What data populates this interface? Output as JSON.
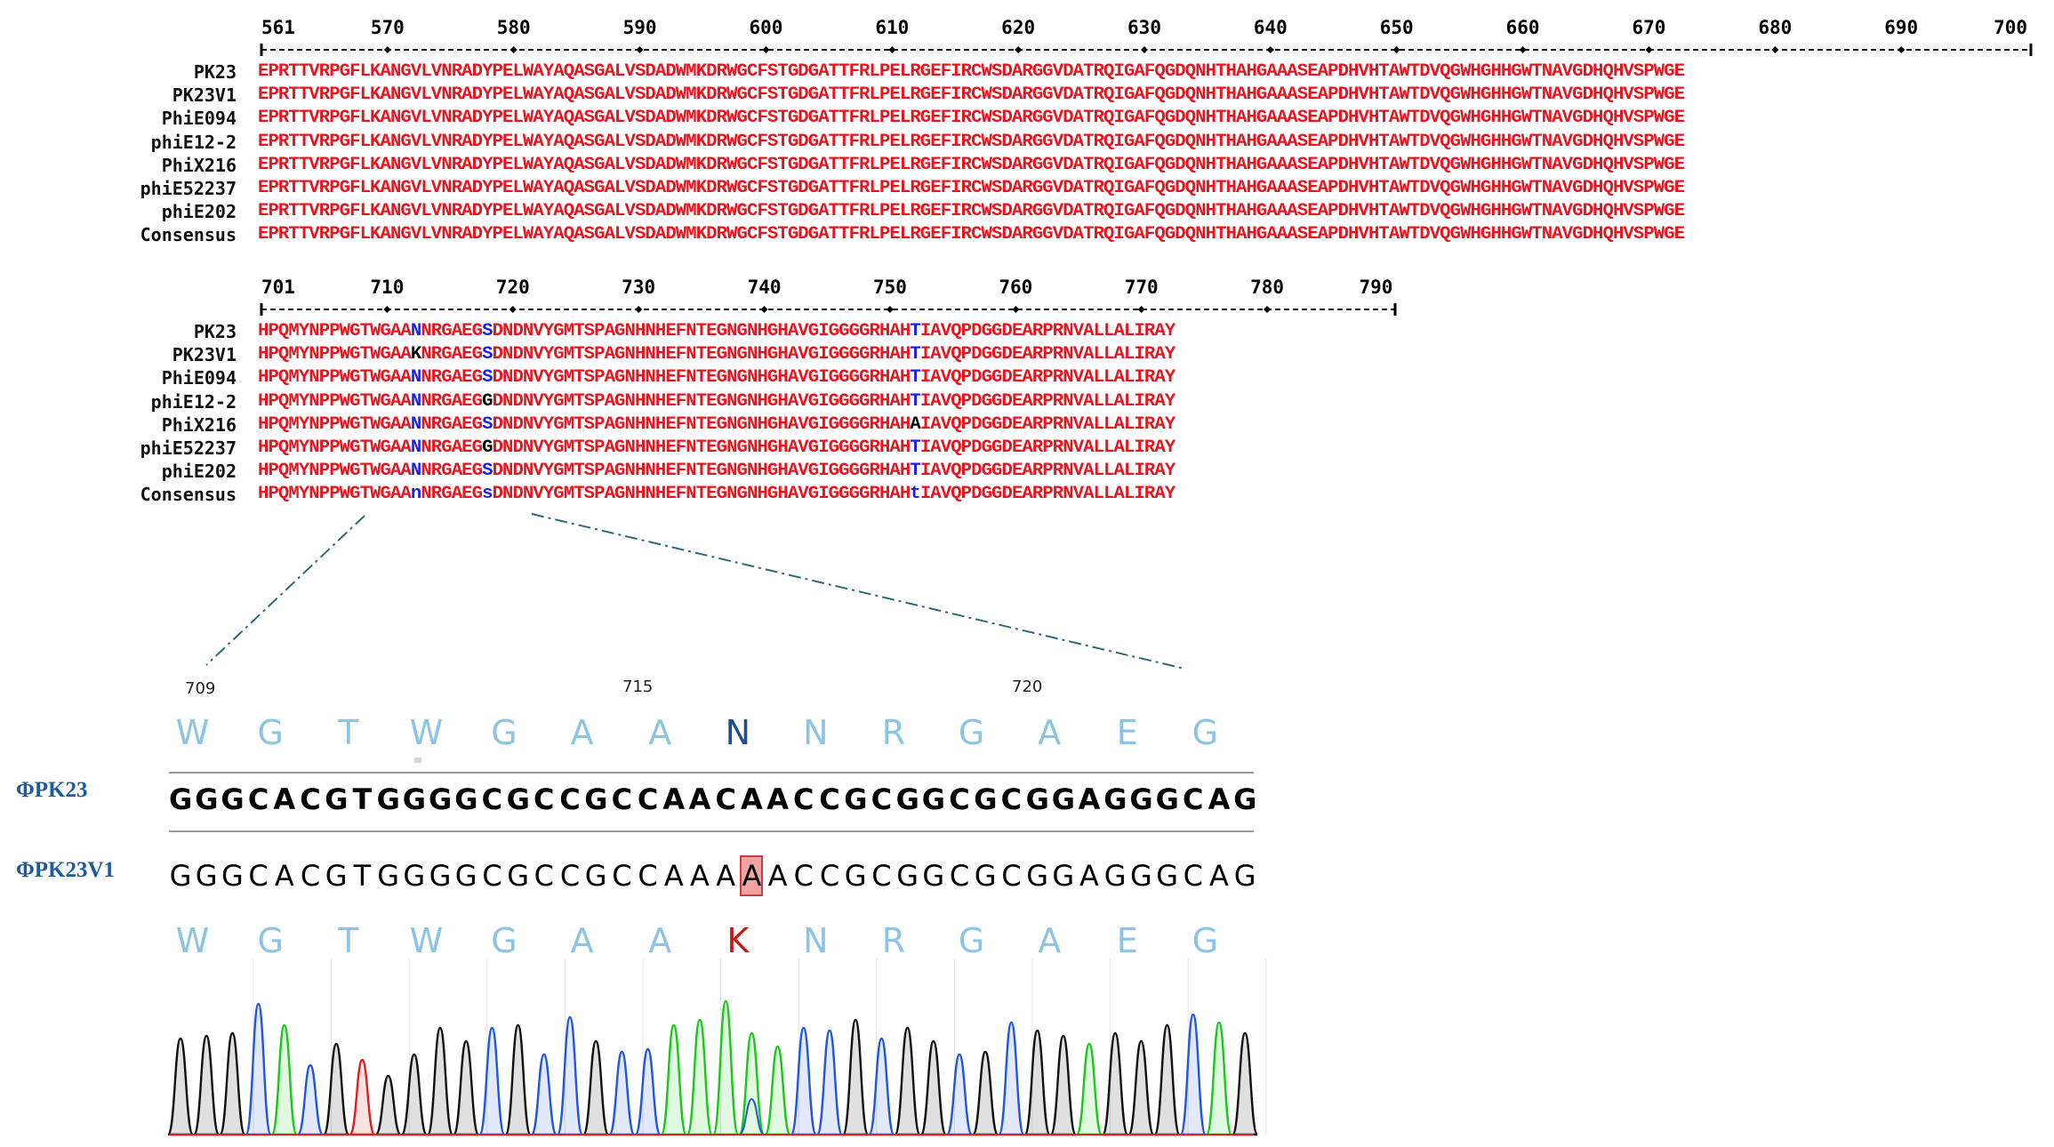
{
  "alignment_blocks": [
    {
      "ruler_start": "561",
      "ruler_ticks": [
        "570",
        "580",
        "590",
        "600",
        "610",
        "620",
        "630",
        "640",
        "650",
        "660",
        "670",
        "680",
        "690",
        "700"
      ],
      "sequences": [
        {
          "name": "PK23",
          "segments": [
            {
              "t": "EPRTTVRPGFLKANGVLVNRADYPELWAYAQASGALVSDADWMKDRWGCFSTGDGATTFRLPELRGEFIRCWSDARGGVDATRQIGAFQGDQNHTHAHGAAASEAPDHVHTAWTDVQGWHGHHGWTNAVGDHQHVSPWGE",
              "c": "red"
            }
          ]
        },
        {
          "name": "PK23V1",
          "segments": [
            {
              "t": "EPRTTVRPGFLKANGVLVNRADYPELWAYAQASGALVSDADWMKDRWGCFSTGDGATTFRLPELRGEFIRCWSDARGGVDATRQIGAFQGDQNHTHAHGAAASEAPDHVHTAWTDVQGWHGHHGWTNAVGDHQHVSPWGE",
              "c": "red"
            }
          ]
        },
        {
          "name": "PhiE094",
          "segments": [
            {
              "t": "EPRTTVRPGFLKANGVLVNRADYPELWAYAQASGALVSDADWMKDRWGCFSTGDGATTFRLPELRGEFIRCWSDARGGVDATRQIGAFQGDQNHTHAHGAAASEAPDHVHTAWTDVQGWHGHHGWTNAVGDHQHVSPWGE",
              "c": "red"
            }
          ]
        },
        {
          "name": "phiE12-2",
          "segments": [
            {
              "t": "EPRTTVRPGFLKANGVLVNRADYPELWAYAQASGALVSDADWMKDRWGCFSTGDGATTFRLPELRGEFIRCWSDARGGVDATRQIGAFQGDQNHTHAHGAAASEAPDHVHTAWTDVQGWHGHHGWTNAVGDHQHVSPWGE",
              "c": "red"
            }
          ]
        },
        {
          "name": "PhiX216",
          "segments": [
            {
              "t": "EPRTTVRPGFLKANGVLVNRADYPELWAYAQASGALVSDADWMKDRWGCFSTGDGATTFRLPELRGEFIRCWSDARGGVDATRQIGAFQGDQNHTHAHGAAASEAPDHVHTAWTDVQGWHGHHGWTNAVGDHQHVSPWGE",
              "c": "red"
            }
          ]
        },
        {
          "name": "phiE52237",
          "segments": [
            {
              "t": "EPRTTVRPGFLKANGVLVNRADYPELWAYAQASGALVSDADWMKDRWGCFSTGDGATTFRLPELRGEFIRCWSDARGGVDATRQIGAFQGDQNHTHAHGAAASEAPDHVHTAWTDVQGWHGHHGWTNAVGDHQHVSPWGE",
              "c": "red"
            }
          ]
        },
        {
          "name": "phiE202",
          "segments": [
            {
              "t": "EPRTTVRPGFLKANGVLVNRADYPELWAYAQASGALVSDADWMKDRWGCFSTGDGATTFRLPELRGEFIRCWSDARGGVDATRQIGAFQGDQNHTHAHGAAASEAPDHVHTAWTDVQGWHGHHGWTNAVGDHQHVSPWGE",
              "c": "red"
            }
          ]
        },
        {
          "name": "Consensus",
          "segments": [
            {
              "t": "EPRTTVRPGFLKANGVLVNRADYPELWAYAQASGALVSDADWMKDRWGCFSTGDGATTFRLPELRGEFIRCWSDARGGVDATRQIGAFQGDQNHTHAHGAAASEAPDHVHTAWTDVQGWHGHHGWTNAVGDHQHVSPWGE",
              "c": "red"
            }
          ]
        }
      ]
    },
    {
      "ruler_start": "701",
      "ruler_ticks": [
        "710",
        "720",
        "730",
        "740",
        "750",
        "760",
        "770",
        "780",
        "790"
      ],
      "sequences": [
        {
          "name": "PK23",
          "segments": [
            {
              "t": "HPQMYNPPWGTWGAA",
              "c": "red"
            },
            {
              "t": "N",
              "c": "blue"
            },
            {
              "t": "NRGAEG",
              "c": "red"
            },
            {
              "t": "S",
              "c": "blue"
            },
            {
              "t": "DNDNVYGMTSPAGNHNHEFNTEGNGNHGHAVGIGGGGRHAH",
              "c": "red"
            },
            {
              "t": "T",
              "c": "blue"
            },
            {
              "t": "IAVQPDGGDEARPRNVALLALIRAY",
              "c": "red"
            }
          ]
        },
        {
          "name": "PK23V1",
          "segments": [
            {
              "t": "HPQMYNPPWGTWGAA",
              "c": "red"
            },
            {
              "t": "K",
              "c": "black"
            },
            {
              "t": "NRGAEG",
              "c": "red"
            },
            {
              "t": "S",
              "c": "blue"
            },
            {
              "t": "DNDNVYGMTSPAGNHNHEFNTEGNGNHGHAVGIGGGGRHAH",
              "c": "red"
            },
            {
              "t": "T",
              "c": "blue"
            },
            {
              "t": "IAVQPDGGDEARPRNVALLALIRAY",
              "c": "red"
            }
          ]
        },
        {
          "name": "PhiE094",
          "segments": [
            {
              "t": "HPQMYNPPWGTWGAA",
              "c": "red"
            },
            {
              "t": "N",
              "c": "blue"
            },
            {
              "t": "NRGAEG",
              "c": "red"
            },
            {
              "t": "S",
              "c": "blue"
            },
            {
              "t": "DNDNVYGMTSPAGNHNHEFNTEGNGNHGHAVGIGGGGRHAH",
              "c": "red"
            },
            {
              "t": "T",
              "c": "blue"
            },
            {
              "t": "IAVQPDGGDEARPRNVALLALIRAY",
              "c": "red"
            }
          ]
        },
        {
          "name": "phiE12-2",
          "segments": [
            {
              "t": "HPQMYNPPWGTWGAA",
              "c": "red"
            },
            {
              "t": "N",
              "c": "blue"
            },
            {
              "t": "NRGAEG",
              "c": "red"
            },
            {
              "t": "G",
              "c": "black"
            },
            {
              "t": "DNDNVYGMTSPAGNHNHEFNTEGNGNHGHAVGIGGGGRHAH",
              "c": "red"
            },
            {
              "t": "T",
              "c": "blue"
            },
            {
              "t": "IAVQPDGGDEARPRNVALLALIRAY",
              "c": "red"
            }
          ]
        },
        {
          "name": "PhiX216",
          "segments": [
            {
              "t": "HPQMYNPPWGTWGAA",
              "c": "red"
            },
            {
              "t": "N",
              "c": "blue"
            },
            {
              "t": "NRGAEG",
              "c": "red"
            },
            {
              "t": "S",
              "c": "blue"
            },
            {
              "t": "DNDNVYGMTSPAGNHNHEFNTEGNGNHGHAVGIGGGGRHAH",
              "c": "red"
            },
            {
              "t": "A",
              "c": "black"
            },
            {
              "t": "IAVQPDGGDEARPRNVALLALIRAY",
              "c": "red"
            }
          ]
        },
        {
          "name": "phiE52237",
          "segments": [
            {
              "t": "HPQMYNPPWGTWGAA",
              "c": "red"
            },
            {
              "t": "N",
              "c": "blue"
            },
            {
              "t": "NRGAEG",
              "c": "red"
            },
            {
              "t": "G",
              "c": "black"
            },
            {
              "t": "DNDNVYGMTSPAGNHNHEFNTEGNGNHGHAVGIGGGGRHAH",
              "c": "red"
            },
            {
              "t": "T",
              "c": "blue"
            },
            {
              "t": "IAVQPDGGDEARPRNVALLALIRAY",
              "c": "red"
            }
          ]
        },
        {
          "name": "phiE202",
          "segments": [
            {
              "t": "HPQMYNPPWGTWGAA",
              "c": "red"
            },
            {
              "t": "N",
              "c": "blue"
            },
            {
              "t": "NRGAEG",
              "c": "red"
            },
            {
              "t": "S",
              "c": "blue"
            },
            {
              "t": "DNDNVYGMTSPAGNHNHEFNTEGNGNHGHAVGIGGGGRHAH",
              "c": "red"
            },
            {
              "t": "T",
              "c": "blue"
            },
            {
              "t": "IAVQPDGGDEARPRNVALLALIRAY",
              "c": "red"
            }
          ]
        },
        {
          "name": "Consensus",
          "segments": [
            {
              "t": "HPQMYNPPWGTWGAA",
              "c": "red"
            },
            {
              "t": "n",
              "c": "blue"
            },
            {
              "t": "NRGAEG",
              "c": "red"
            },
            {
              "t": "s",
              "c": "blue"
            },
            {
              "t": "DNDNVYGMTSPAGNHNHEFNTEGNGNHGHAVGIGGGGRHAH",
              "c": "red"
            },
            {
              "t": "t",
              "c": "blue"
            },
            {
              "t": "IAVQPDGGDEARPRNVALLALIRAY",
              "c": "red"
            }
          ]
        }
      ]
    }
  ],
  "zoom": {
    "position_labels": [
      "709",
      "715",
      "720"
    ],
    "ref_aa": [
      "W",
      "G",
      "T",
      "W",
      "G",
      "A",
      "A",
      "N",
      "N",
      "R",
      "G",
      "A",
      "E",
      "G"
    ],
    "ref_highlight_index": 7,
    "ref_label": "ΦPK23",
    "ref_dna": "GGGCACGTGGGGCGCCGCCAACAACCGCGGCGCGGAGGGCAG",
    "mut_label": "ΦPK23V1",
    "mut_dna": "GGGCACGTGGGGCGCCGCCAAAAACCGCGGCGCGGAGGGCAG",
    "mut_base_index": 22,
    "mut_aa": [
      "W",
      "G",
      "T",
      "W",
      "G",
      "A",
      "A",
      "K",
      "N",
      "R",
      "G",
      "A",
      "E",
      "G"
    ],
    "mut_highlight_index": 7
  },
  "trace": {
    "base_colors": {
      "A": "#19c919",
      "C": "#2255e0",
      "G": "#111111",
      "T": "#e02020"
    },
    "peak_heights": [
      0.72,
      0.74,
      0.76,
      0.98,
      0.82,
      0.52,
      0.68,
      0.56,
      0.44,
      0.6,
      0.8,
      0.7,
      0.8,
      0.82,
      0.6,
      0.88,
      0.7,
      0.62,
      0.64,
      0.82,
      0.86,
      1.0,
      0.76,
      0.66,
      0.8,
      0.78,
      0.86,
      0.72,
      0.8,
      0.7,
      0.6,
      0.62,
      0.84,
      0.78,
      0.74,
      0.68,
      0.76,
      0.7,
      0.82,
      0.9,
      0.84,
      0.76
    ],
    "mixed_at": 22,
    "mixed_secondary": "C"
  },
  "colors": {
    "alignment_red": "#e8141e",
    "alignment_blue": "#1b1ef0",
    "aa_light": "#8cc4e6",
    "aa_dark": "#1e4f8c",
    "aa_mut": "#c41a1a",
    "label_blue": "#1d5a9e"
  }
}
